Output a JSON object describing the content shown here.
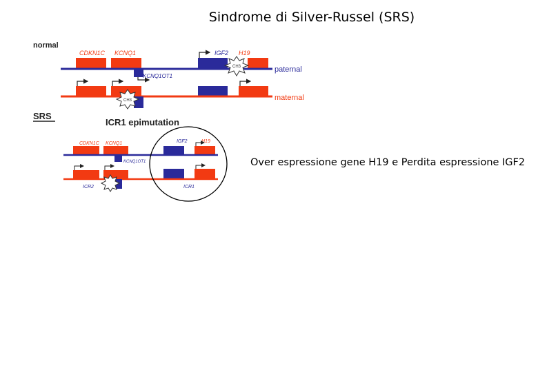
{
  "title": "Sindrome di Silver-Russel (SRS)",
  "caption": "Over espressione gene H19 e Perdita espressione IGF2",
  "colors": {
    "active_gene": "#f23a12",
    "silent_gene": "#2a2a9a",
    "paternal_line": "#2a2a9a",
    "maternal_line": "#f23a12",
    "circle": "#000000"
  },
  "normal": {
    "heading": "normal",
    "genes": {
      "cdkn1c": "CDKN1C",
      "kcnq1": "KCNQ1",
      "igf2": "IGF2",
      "h19": "H19",
      "kcnq1ot1": "KCNQ1OT1"
    },
    "methyl": "CH3",
    "paternal": "paternal",
    "maternal": "maternal"
  },
  "srs": {
    "heading": "SRS",
    "subheading": "ICR1 epimutation",
    "genes": {
      "cdkn1c": "CDKN1C",
      "kcnq1": "KCNQ1",
      "igf2": "IGF2",
      "h19": "H19",
      "kcnq1ot1": "KCNQ1OT1"
    },
    "icr2": "ICR2",
    "icr1": "ICR1",
    "methyl": "CH3"
  }
}
